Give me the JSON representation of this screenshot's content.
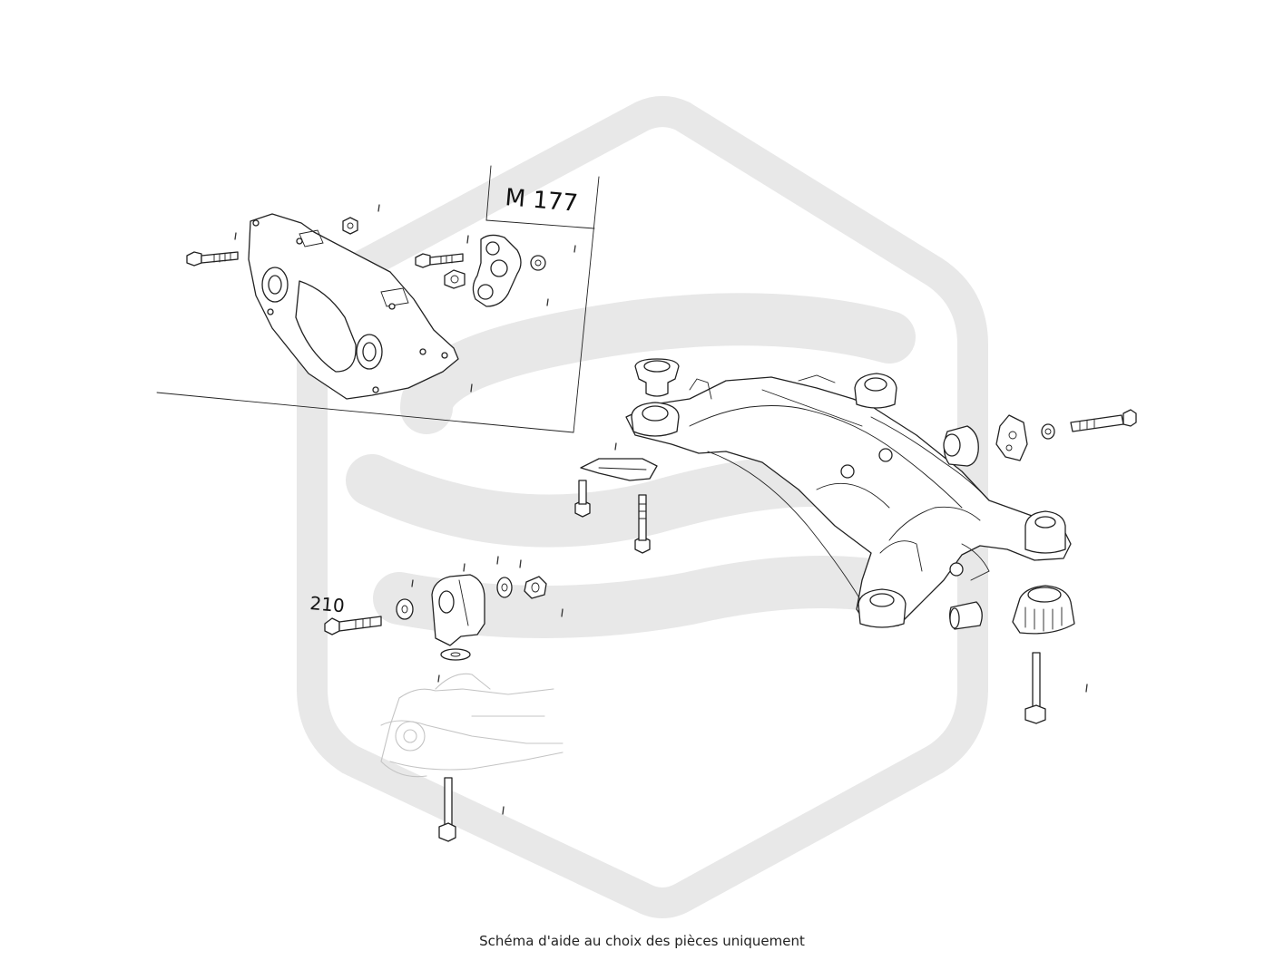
{
  "diagram": {
    "inset_label": "M 177",
    "callout_label": "210"
  },
  "footer": {
    "caption": "Schéma d'aide au choix des pièces uniquement"
  },
  "watermark": {
    "icon": "hexagon-s-logo",
    "color": "#e8e8e8"
  },
  "colors": {
    "line": "#222222",
    "faint_line": "#c4c4c4",
    "background": "#ffffff"
  }
}
